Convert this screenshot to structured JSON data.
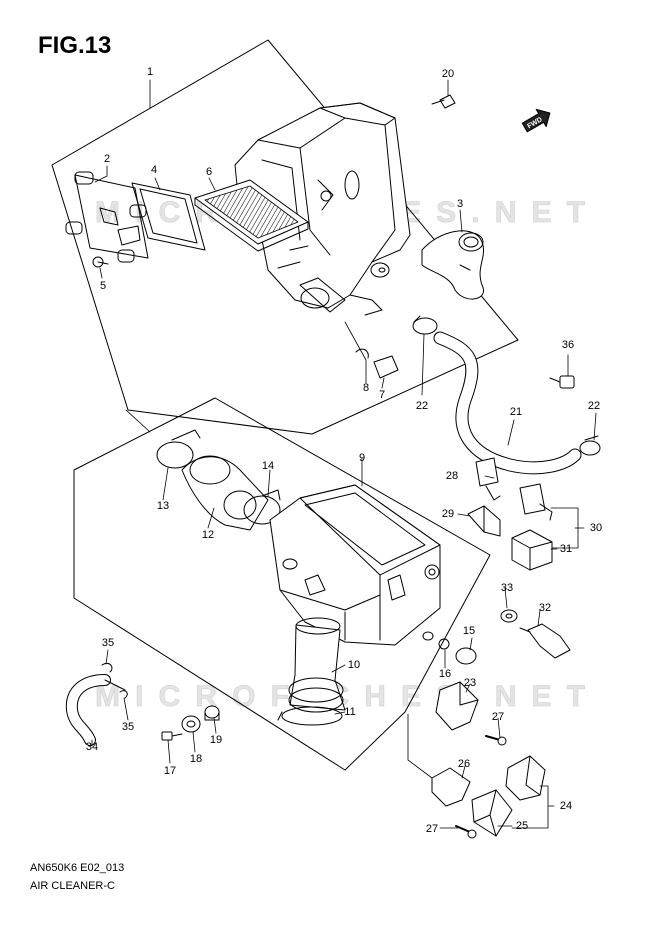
{
  "figure": {
    "title": "FIG.13",
    "code": "AN650K6 E02_013",
    "caption": "AIR CLEANER-C"
  },
  "fwd_label": "FWD",
  "watermark": "MICROFICHES.NET",
  "callouts": [
    {
      "id": "1",
      "label": "1"
    },
    {
      "id": "2",
      "label": "2"
    },
    {
      "id": "3",
      "label": "3"
    },
    {
      "id": "4",
      "label": "4"
    },
    {
      "id": "5",
      "label": "5"
    },
    {
      "id": "6",
      "label": "6"
    },
    {
      "id": "7",
      "label": "7"
    },
    {
      "id": "8",
      "label": "8"
    },
    {
      "id": "9",
      "label": "9"
    },
    {
      "id": "10",
      "label": "10"
    },
    {
      "id": "11",
      "label": "11"
    },
    {
      "id": "12",
      "label": "12"
    },
    {
      "id": "13",
      "label": "13"
    },
    {
      "id": "14",
      "label": "14"
    },
    {
      "id": "15",
      "label": "15"
    },
    {
      "id": "16",
      "label": "16"
    },
    {
      "id": "17",
      "label": "17"
    },
    {
      "id": "18",
      "label": "18"
    },
    {
      "id": "19",
      "label": "19"
    },
    {
      "id": "20",
      "label": "20"
    },
    {
      "id": "21",
      "label": "21"
    },
    {
      "id": "22a",
      "label": "22"
    },
    {
      "id": "22b",
      "label": "22"
    },
    {
      "id": "23",
      "label": "23"
    },
    {
      "id": "24",
      "label": "24"
    },
    {
      "id": "25",
      "label": "25"
    },
    {
      "id": "26",
      "label": "26"
    },
    {
      "id": "27a",
      "label": "27"
    },
    {
      "id": "27b",
      "label": "27"
    },
    {
      "id": "28",
      "label": "28"
    },
    {
      "id": "29",
      "label": "29"
    },
    {
      "id": "30",
      "label": "30"
    },
    {
      "id": "31",
      "label": "31"
    },
    {
      "id": "32",
      "label": "32"
    },
    {
      "id": "33",
      "label": "33"
    },
    {
      "id": "34",
      "label": "34"
    },
    {
      "id": "35a",
      "label": "35"
    },
    {
      "id": "35b",
      "label": "35"
    },
    {
      "id": "36",
      "label": "36"
    }
  ]
}
